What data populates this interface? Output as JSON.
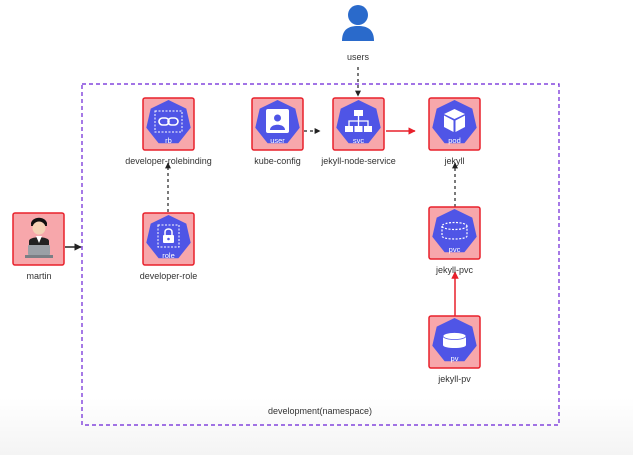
{
  "colors": {
    "k8s_blue": "#4f55e6",
    "node_fill": "#f7a7ab",
    "node_border": "#e8202b",
    "namespace_border": "#6b21d6",
    "user_blue": "#2a6acb",
    "red_edge": "#e8202b",
    "dark_edge": "#222222"
  },
  "namespace": {
    "label": "development(namespace)"
  },
  "nodes": {
    "users": {
      "label": "users",
      "icon": "user-silhouette-icon"
    },
    "martin": {
      "label": "martin",
      "icon": "developer-person-icon"
    },
    "rolebinding": {
      "label": "developer-rolebinding",
      "badge": "rb",
      "icon": "link-icon"
    },
    "role": {
      "label": "developer-role",
      "badge": "role",
      "icon": "lock-icon"
    },
    "kubeconfig": {
      "label": "kube-config",
      "badge": "user",
      "icon": "user-badge-icon"
    },
    "service": {
      "label": "jekyll-node-service",
      "badge": "svc",
      "icon": "network-hierarchy-icon"
    },
    "pod": {
      "label": "jekyll",
      "badge": "pod",
      "icon": "cube-icon"
    },
    "pvc": {
      "label": "jekyll-pvc",
      "badge": "pvc",
      "icon": "dashed-disk-icon"
    },
    "pv": {
      "label": "jekyll-pv",
      "badge": "pv",
      "icon": "disk-icon"
    }
  },
  "edges": [
    {
      "from": "users",
      "to": "service",
      "style": "dashed",
      "color": "dark"
    },
    {
      "from": "martin",
      "to": "namespace",
      "style": "solid",
      "color": "dark"
    },
    {
      "from": "role",
      "to": "rolebinding",
      "style": "dashed",
      "color": "dark"
    },
    {
      "from": "kubeconfig",
      "to": "service",
      "style": "dashed",
      "color": "dark"
    },
    {
      "from": "service",
      "to": "pod",
      "style": "solid",
      "color": "red"
    },
    {
      "from": "pvc",
      "to": "pod",
      "style": "dashed",
      "color": "dark"
    },
    {
      "from": "pv",
      "to": "pvc",
      "style": "solid",
      "color": "red"
    }
  ]
}
